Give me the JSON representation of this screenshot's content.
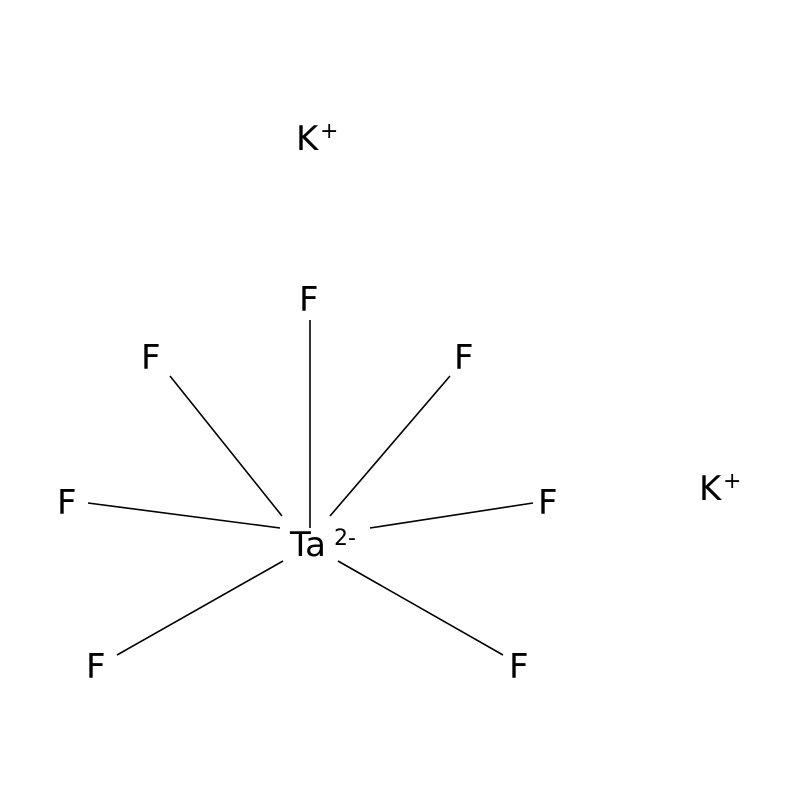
{
  "molecule": {
    "center": {
      "element": "Ta",
      "charge": "2-"
    },
    "ligands": [
      "F",
      "F",
      "F",
      "F",
      "F",
      "F",
      "F"
    ],
    "counterions": [
      {
        "element": "K",
        "charge": "+"
      },
      {
        "element": "K",
        "charge": "+"
      }
    ]
  }
}
